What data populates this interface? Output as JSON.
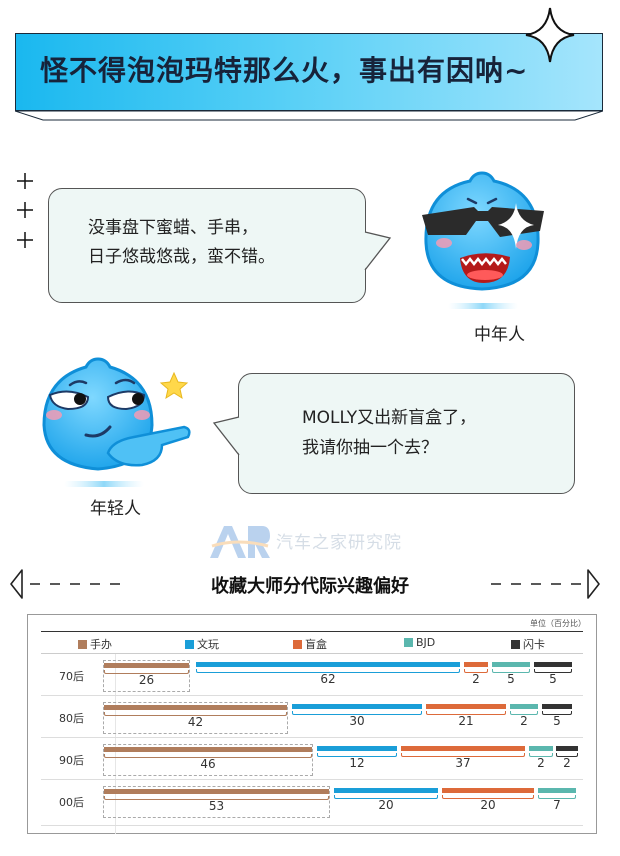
{
  "header": {
    "title": "怪不得泡泡玛特那么火，事出有因呐~"
  },
  "dialog": [
    {
      "speaker": "中年人",
      "lines": [
        "没事盘下蜜蜡、手串，",
        "日子悠哉悠哉，蛮不错。"
      ]
    },
    {
      "speaker": "年轻人",
      "lines": [
        "MOLLY又出新盲盒了，",
        "我请你抽一个去？"
      ]
    }
  ],
  "watermark": {
    "logo": "AR",
    "text": "汽车之家研究院"
  },
  "section": {
    "title": "收藏大师分代际兴趣偏好"
  },
  "colors": {
    "banner_start": "#1ab8ef",
    "banner_end": "#a5e5fc",
    "bubble_bg": "#eef7f5",
    "手办": "#b07d5c",
    "文玩": "#1a9ed8",
    "盲盒": "#dd6a3a",
    "BJD": "#5bb7ae",
    "闪卡": "#333333"
  },
  "chart_data": {
    "type": "bar",
    "subtype": "stacked-horizontal-100",
    "title": "收藏大师分代际兴趣偏好",
    "unit_label": "单位（百分比）",
    "xlabel": "",
    "ylabel": "",
    "legend_position": "top",
    "categories": [
      "70后",
      "80后",
      "90后",
      "00后"
    ],
    "series": [
      {
        "name": "手办",
        "color": "#b07d5c",
        "values": [
          26,
          42,
          46,
          53
        ]
      },
      {
        "name": "文玩",
        "color": "#1a9ed8",
        "values": [
          62,
          30,
          12,
          20
        ]
      },
      {
        "name": "盲盒",
        "color": "#dd6a3a",
        "values": [
          2,
          21,
          37,
          20
        ]
      },
      {
        "name": "BJD",
        "color": "#5bb7ae",
        "values": [
          5,
          2,
          2,
          7
        ]
      },
      {
        "name": "闪卡",
        "color": "#333333",
        "values": [
          5,
          5,
          2,
          null
        ]
      }
    ]
  }
}
